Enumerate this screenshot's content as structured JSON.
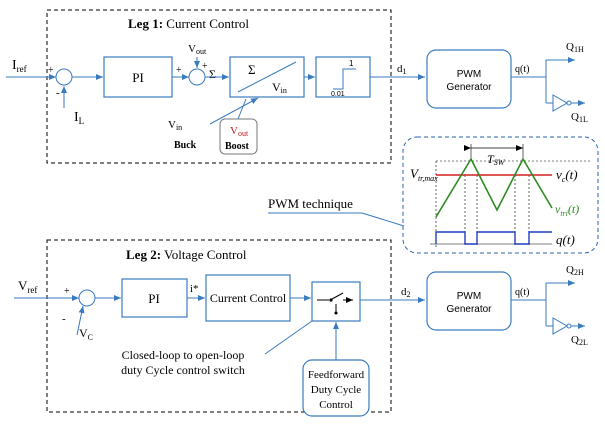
{
  "leg1": {
    "title_bold": "Leg 1:",
    "title_rest": " Current Control",
    "iref": "I",
    "iref_sub": "ref",
    "plus": "+",
    "minus": "-",
    "il": "I",
    "il_sub": "L",
    "pi": "PI",
    "vout": "V",
    "vout_sub": "out",
    "plus2": "+",
    "plus3": "+",
    "sigma_small": "Σ",
    "div_sigma": "Σ",
    "div_vin": "V",
    "div_vin_sub": "in",
    "sat_top": "1",
    "sat_bottom": "0.01",
    "vin": "V",
    "vin_sub": "in",
    "buck": "Buck",
    "boost_v": "V",
    "boost_v_sub": "out",
    "boost": "Boost",
    "d1": "d",
    "d1_sub": "1",
    "pwm_line1": "PWM",
    "pwm_line2": "Generator",
    "qt": "q(t)",
    "q1h": "Q",
    "q1h_sub": "1H",
    "q1l": "Q",
    "q1l_sub": "1L"
  },
  "waveform": {
    "tsw": "T",
    "tsw_sub": "SW",
    "vtr": "V",
    "vtr_sub": "tr,max",
    "vc": "v",
    "vc_sub": "c",
    "vc_rest": "(t)",
    "vtri": "v",
    "vtri_sub": "tri",
    "vtri_rest": "(t)",
    "q": "q(t)",
    "colors": {
      "carrier": "#2e8b22",
      "control": "#d42020",
      "pulse": "#1f3fbf",
      "border": "#2a64b0"
    }
  },
  "pwm_technique_label": "PWM technique",
  "leg2": {
    "title_bold": "Leg 2:",
    "title_rest": " Voltage Control",
    "vref": "V",
    "vref_sub": "ref",
    "plus": "+",
    "minus": "-",
    "vc": "V",
    "vc_sub": "C",
    "pi": "PI",
    "istar": "i*",
    "current_control": "Current Control",
    "d2": "d",
    "d2_sub": "2",
    "pwm_line1": "PWM",
    "pwm_line2": "Generator",
    "qt": "q(t)",
    "q2h": "Q",
    "q2h_sub": "2H",
    "q2l": "Q",
    "q2l_sub": "2L",
    "switch_label_line1": "Closed-loop to open-loop",
    "switch_label_line2": "duty Cycle control switch",
    "ff_line1": "Feedforward",
    "ff_line2": "Duty Cycle",
    "ff_line3": "Control"
  }
}
